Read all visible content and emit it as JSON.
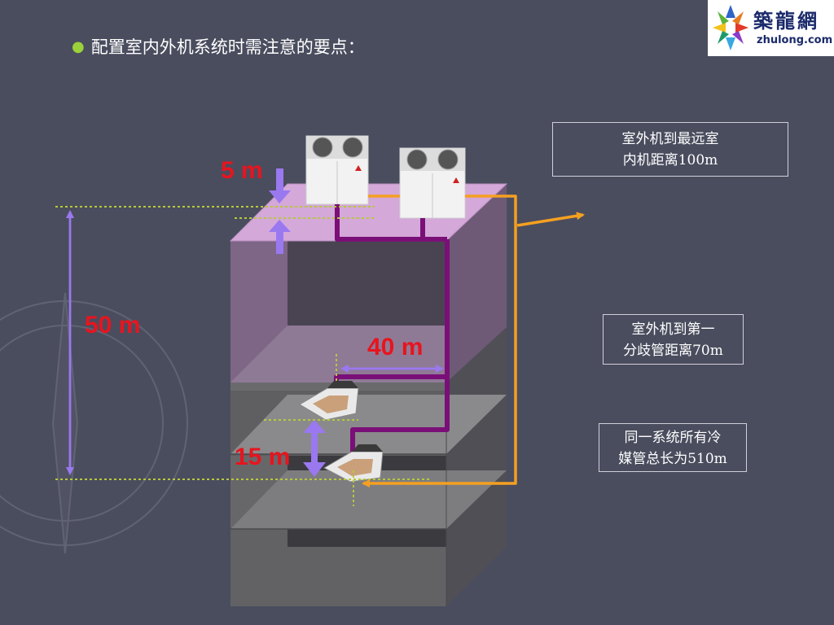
{
  "heading": {
    "bullet": "●",
    "text": "配置室内外机系统时需注意的要点："
  },
  "logo": {
    "name": "築龍網",
    "url": "zhulong.com"
  },
  "notes": {
    "max_distance": [
      "室外机到最远室",
      "内机距离100m"
    ],
    "first_branch": [
      "室外机到第一",
      "分歧管距离70m"
    ],
    "total_length": [
      "同一系统所有冷",
      "媒管总长为510m"
    ]
  },
  "dimensions": {
    "outdoor_height": "5 m",
    "vertical_drop": "50 m",
    "horizontal": "40 m",
    "indoor_height": "15 m"
  },
  "colors": {
    "background": "#4a4d5e",
    "pipe": "#7a0f78",
    "route_arrow": "#f5a020",
    "dimension_arrow": "#9a78f0",
    "guide_line": "#b7c93a",
    "dimension_text": "#e8141e"
  }
}
